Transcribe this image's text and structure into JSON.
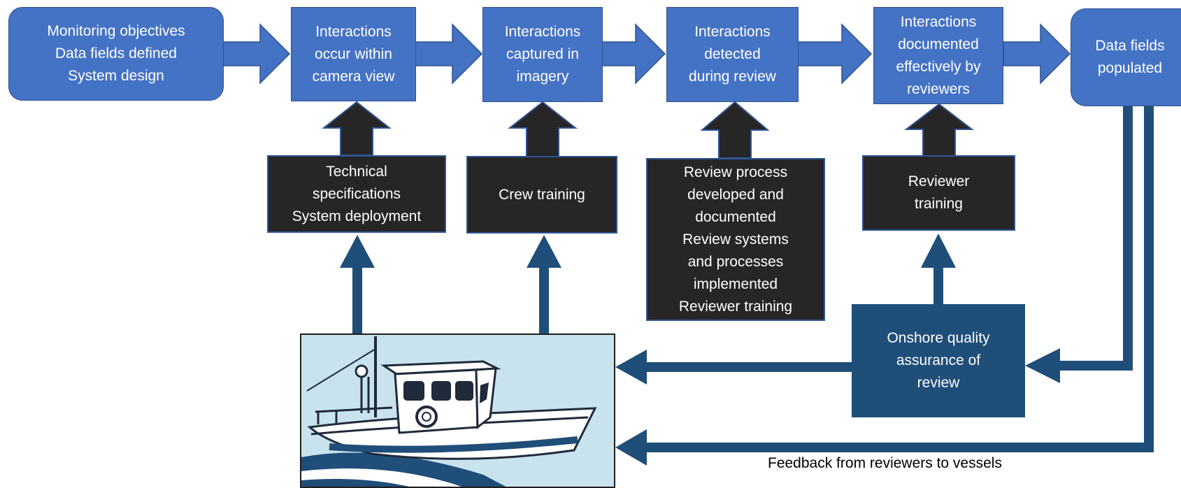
{
  "colors": {
    "process_box": "#4472c4",
    "input_box": "#262626",
    "qa_box": "#1f4e79",
    "arrow_light": "#4472c4",
    "arrow_dark": "#1f4e79"
  },
  "flow_steps": [
    {
      "id": "objectives",
      "text": "Monitoring objectives\nData fields defined\nSystem design"
    },
    {
      "id": "occur",
      "text": "Interactions\noccur within\ncamera view"
    },
    {
      "id": "captured",
      "text": "Interactions\ncaptured in\nimagery"
    },
    {
      "id": "detected",
      "text": "Interactions\ndetected\nduring review"
    },
    {
      "id": "documented",
      "text": "Interactions\ndocumented\neffectively by\nreviewers"
    },
    {
      "id": "populated",
      "text": "Data fields\npopulated"
    }
  ],
  "inputs": [
    {
      "id": "technical",
      "text": "Technical\nspecifications\nSystem deployment"
    },
    {
      "id": "crew",
      "text": "Crew training"
    },
    {
      "id": "review-process",
      "text": "Review process\ndeveloped and\ndocumented\nReview systems\nand processes\nimplemented\nReviewer training"
    },
    {
      "id": "reviewer-training",
      "text": "Reviewer\ntraining"
    }
  ],
  "qa_box": {
    "text": "Onshore quality\nassurance of\nreview"
  },
  "feedback_caption": "Feedback from reviewers to vessels",
  "vessel_image": {
    "icon": "fishing-boat-icon"
  }
}
